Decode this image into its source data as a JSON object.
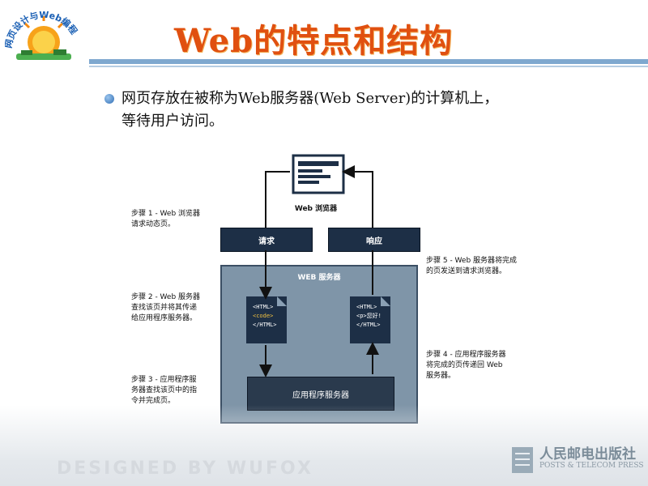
{
  "header": {
    "logo_text": "网页设计与Web编程",
    "title": "Web的特点和结构"
  },
  "bullet": {
    "line1": "网页存放在被称为Web服务器(Web Server)的计算机上，",
    "line2": "等待用户访问。"
  },
  "diagram": {
    "browser_label": "Web 浏览器",
    "request_label": "请求",
    "response_label": "响应",
    "server_label": "WEB 服务器",
    "app_server_label": "应用程序服务器",
    "doc1": [
      "<HTML>",
      "<code>",
      "</HTML>"
    ],
    "doc2": [
      "<HTML>",
      "<p>您好!",
      "</HTML>"
    ],
    "step1": [
      "步骤 1 - Web 浏览器",
      "请求动态页。"
    ],
    "step2": [
      "步骤 2 - Web 服务器",
      "查找该页并将其传递",
      "给应用程序服务器。"
    ],
    "step3": [
      "步骤 3 - 应用程序服",
      "务器查找该页中的指",
      "令并完成页。"
    ],
    "step4": [
      "步骤 4 - 应用程序服务器",
      "将完成的页传递回 Web",
      "服务器。"
    ],
    "step5": [
      "步骤 5 - Web 服务器将完成",
      "的页发送到请求浏览器。"
    ]
  },
  "footer": {
    "watermark": "DESIGNED BY WUFOX",
    "publisher_cn": "人民邮电出版社",
    "publisher_en": "POSTS & TELECOM PRESS"
  },
  "colors": {
    "title": "#e05010",
    "navy": "#1d2f46",
    "server_fill": "#7f95a8",
    "rule": "#7fa8cf"
  }
}
